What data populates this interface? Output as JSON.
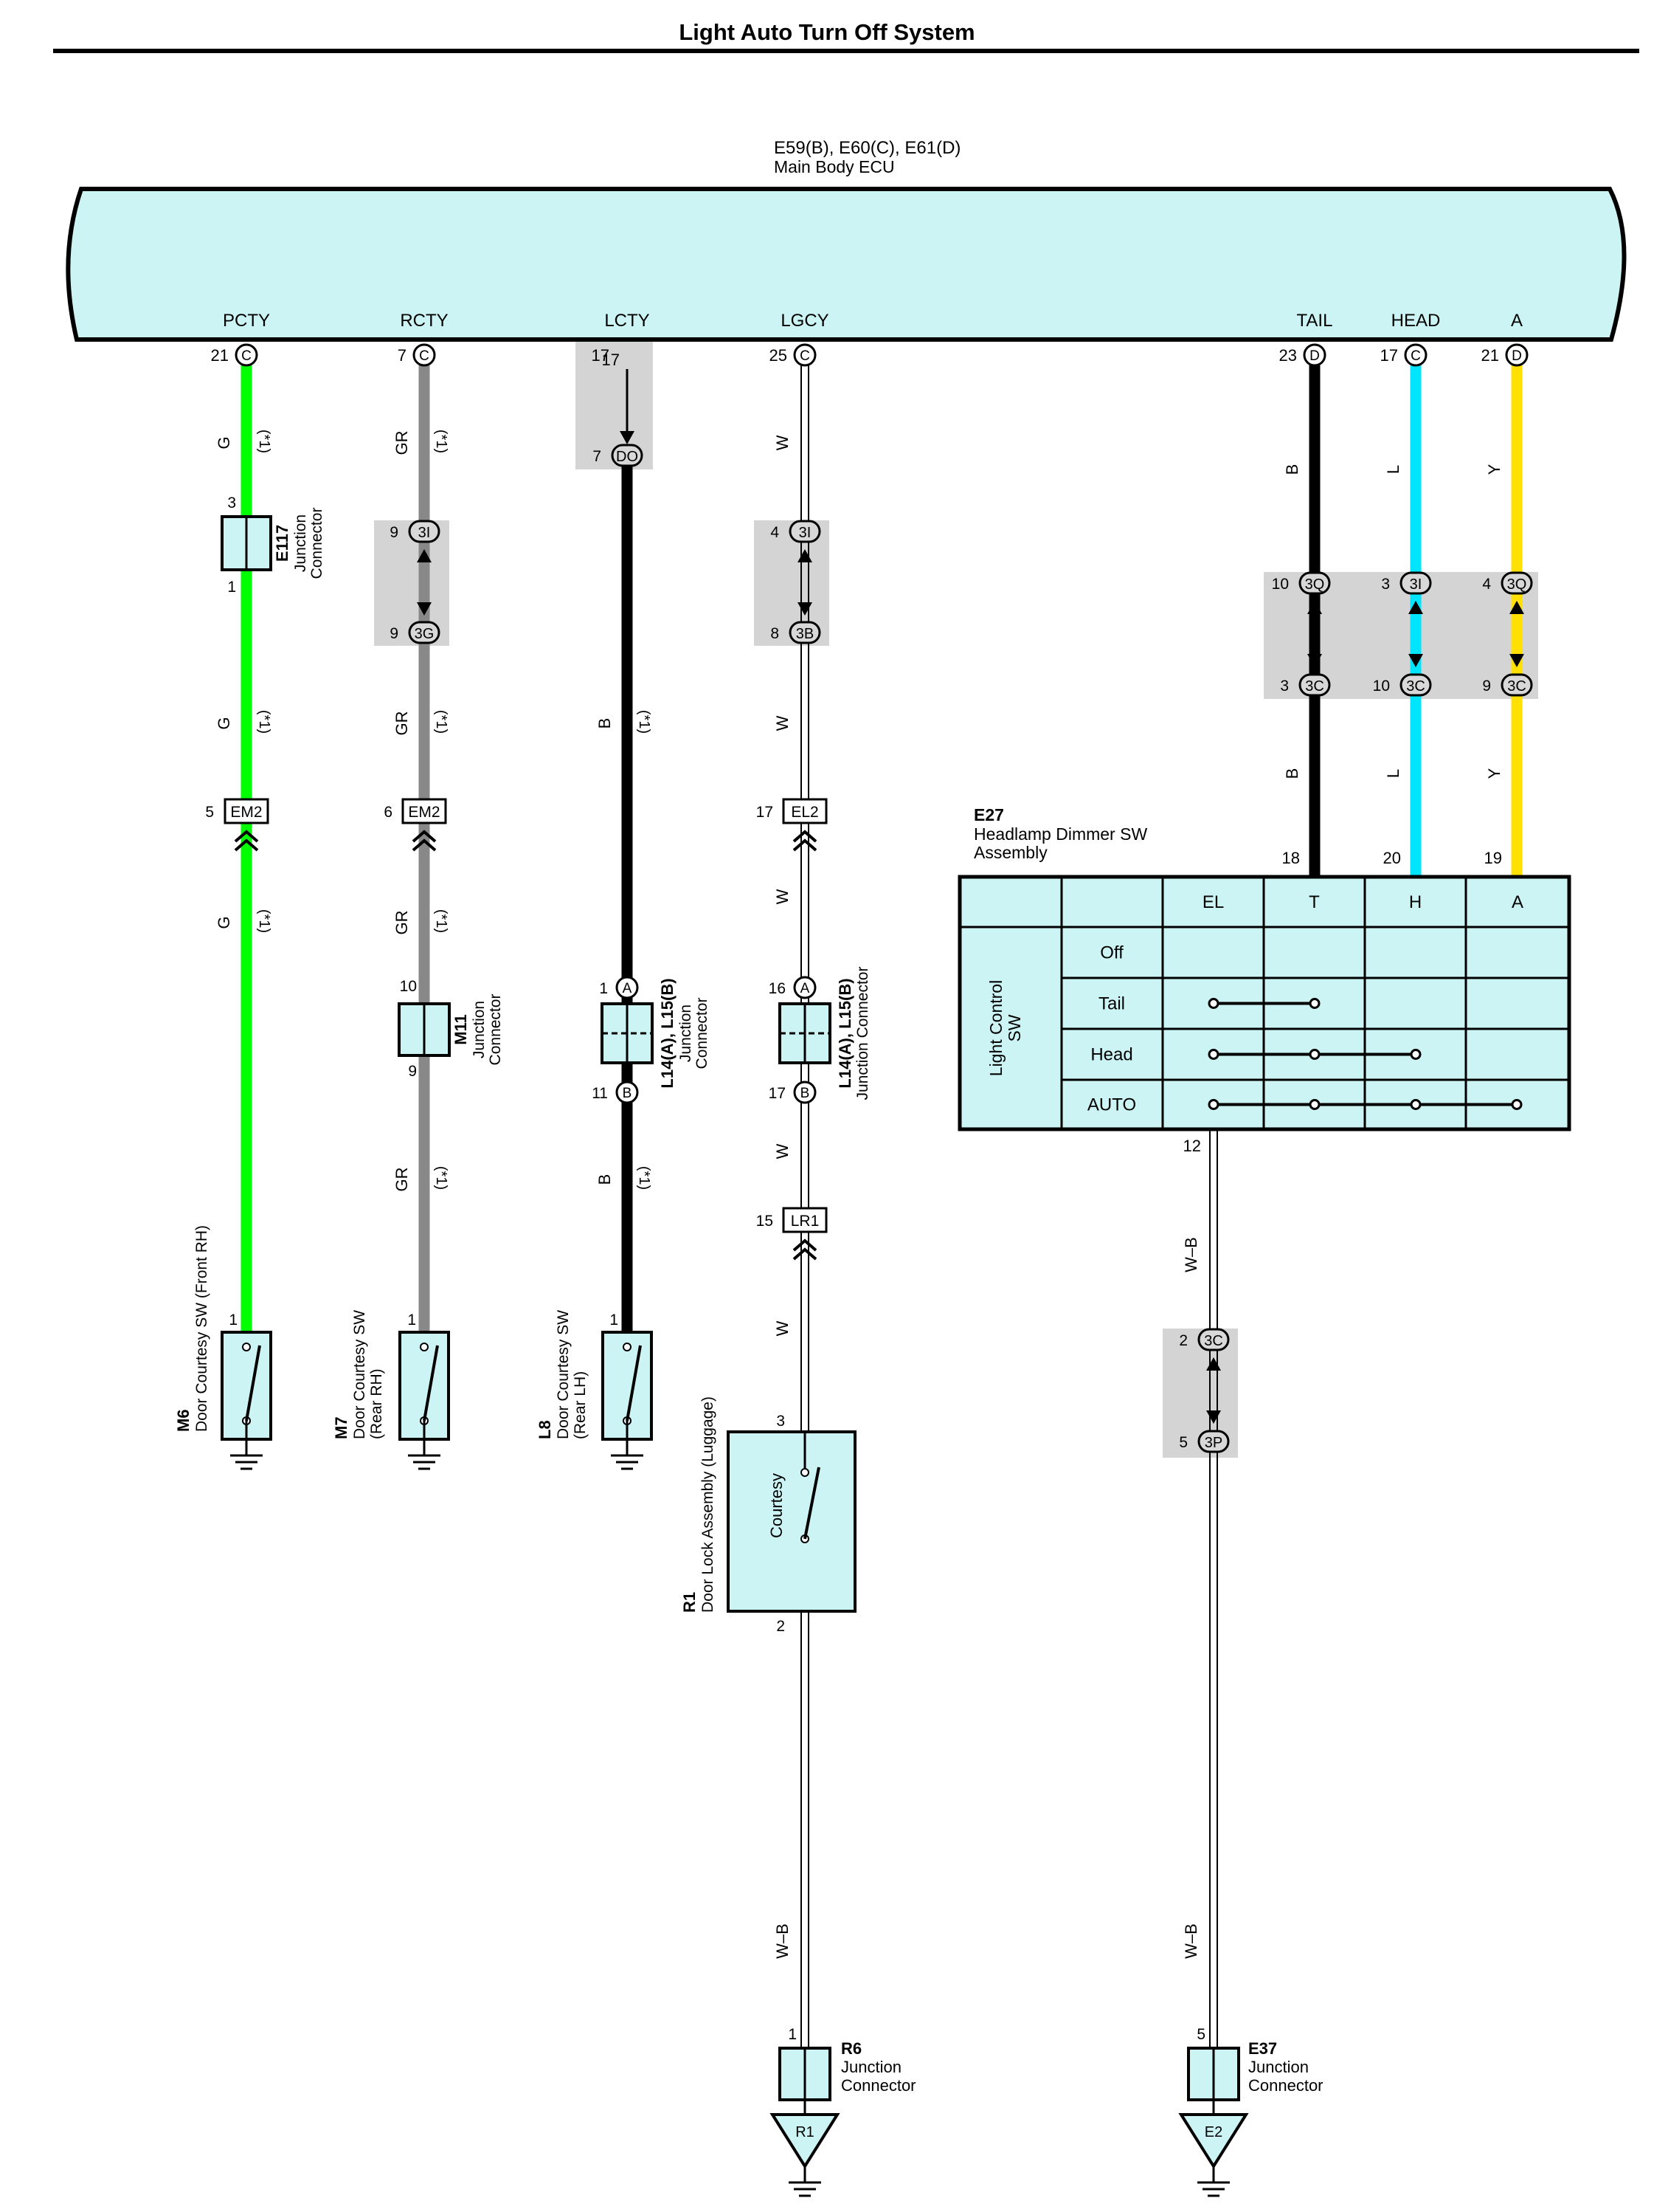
{
  "title": "Light Auto Turn Off System",
  "ecu": {
    "label": "E59(B), E60(C), E61(D)",
    "name": "Main Body ECU"
  },
  "terminals": [
    {
      "name": "PCTY",
      "pin": "21",
      "conn": "C"
    },
    {
      "name": "RCTY",
      "pin": "7",
      "conn": "C"
    },
    {
      "name": "LCTY",
      "pin": "17",
      "conn": ""
    },
    {
      "name": "LGCY",
      "pin": "25",
      "conn": "C"
    },
    {
      "name": "TAIL",
      "pin": "23",
      "conn": "D"
    },
    {
      "name": "HEAD",
      "pin": "17",
      "conn": "C"
    },
    {
      "name": "A",
      "pin": "21",
      "conn": "D"
    }
  ],
  "wire_colors": {
    "G": "#00ff00",
    "GR": "#888888",
    "B": "#000000",
    "W": "#ffffff",
    "L": "#00e5ff",
    "Y": "#ffe000",
    "W-B": "#ffffff"
  },
  "wire_labels": {
    "g": "G",
    "gr": "GR",
    "b": "B",
    "w": "W",
    "l": "L",
    "y": "Y",
    "wb": "W–B",
    "note": "(*1)"
  },
  "pins": {
    "e117_top": "3",
    "e117_bot": "1",
    "rcty_3i": "9",
    "rcty_3g": "9",
    "lcty_do": "7",
    "lgcy_3i": "4",
    "lgcy_3b": "8",
    "pcty_em2": "5",
    "rcty_em2": "6",
    "lgcy_el2": "17",
    "m11_top": "10",
    "m11_bot": "9",
    "l14_top_a": "1",
    "l14_bot_b": "11",
    "l14b_top_a": "16",
    "l14b_bot_b": "17",
    "lr1": "15",
    "m6": "1",
    "m7": "1",
    "l8": "1",
    "r1_top": "3",
    "r1_bot": "2",
    "tail_3q": "10",
    "tail_3c": "3",
    "head_3i": "3",
    "head_3c": "10",
    "a_3q": "4",
    "a_3c": "9",
    "e27_t": "18",
    "e27_h": "20",
    "e27_a": "19",
    "e27_el": "12",
    "e37_3c": "2",
    "e37_3p": "5",
    "r6": "1",
    "e37": "5"
  },
  "connectors": {
    "do": "DO",
    "c3i": "3I",
    "c3g": "3G",
    "c3b": "3B",
    "c3q": "3Q",
    "c3c": "3C",
    "c3p": "3P",
    "em2": "EM2",
    "el2": "EL2",
    "lr1": "LR1",
    "a": "A",
    "b": "B"
  },
  "components": {
    "e117": {
      "code": "E117",
      "name1": "Junction",
      "name2": "Connector"
    },
    "m11": {
      "code": "M11",
      "name1": "Junction",
      "name2": "Connector"
    },
    "l14a": {
      "code": "L14(A), L15(B)",
      "name1": "Junction",
      "name2": "Connector"
    },
    "l14b": {
      "code": "L14(A), L15(B)",
      "name1": "Junction Connector"
    },
    "m6": {
      "code": "M6",
      "name1": "Door Courtesy SW (Front RH)"
    },
    "m7": {
      "code": "M7",
      "name1": "Door Courtesy SW",
      "name2": "(Rear RH)"
    },
    "l8": {
      "code": "L8",
      "name1": "Door Courtesy SW",
      "name2": "(Rear LH)"
    },
    "r1": {
      "code": "R1",
      "name1": "Door Lock Assembly (Luggage)",
      "inner": "Courtesy"
    },
    "r6": {
      "code": "R6",
      "name1": "Junction",
      "name2": "Connector",
      "ground": "R1"
    },
    "e37": {
      "code": "E37",
      "name1": "Junction",
      "name2": "Connector",
      "ground": "E2"
    },
    "e27": {
      "code": "E27",
      "name1": "Headlamp Dimmer SW",
      "name2": "Assembly",
      "columns": [
        "EL",
        "T",
        "H",
        "A"
      ],
      "rows": [
        "Off",
        "Tail",
        "Head",
        "AUTO"
      ],
      "side1": "Light Control",
      "side2": "SW"
    }
  }
}
